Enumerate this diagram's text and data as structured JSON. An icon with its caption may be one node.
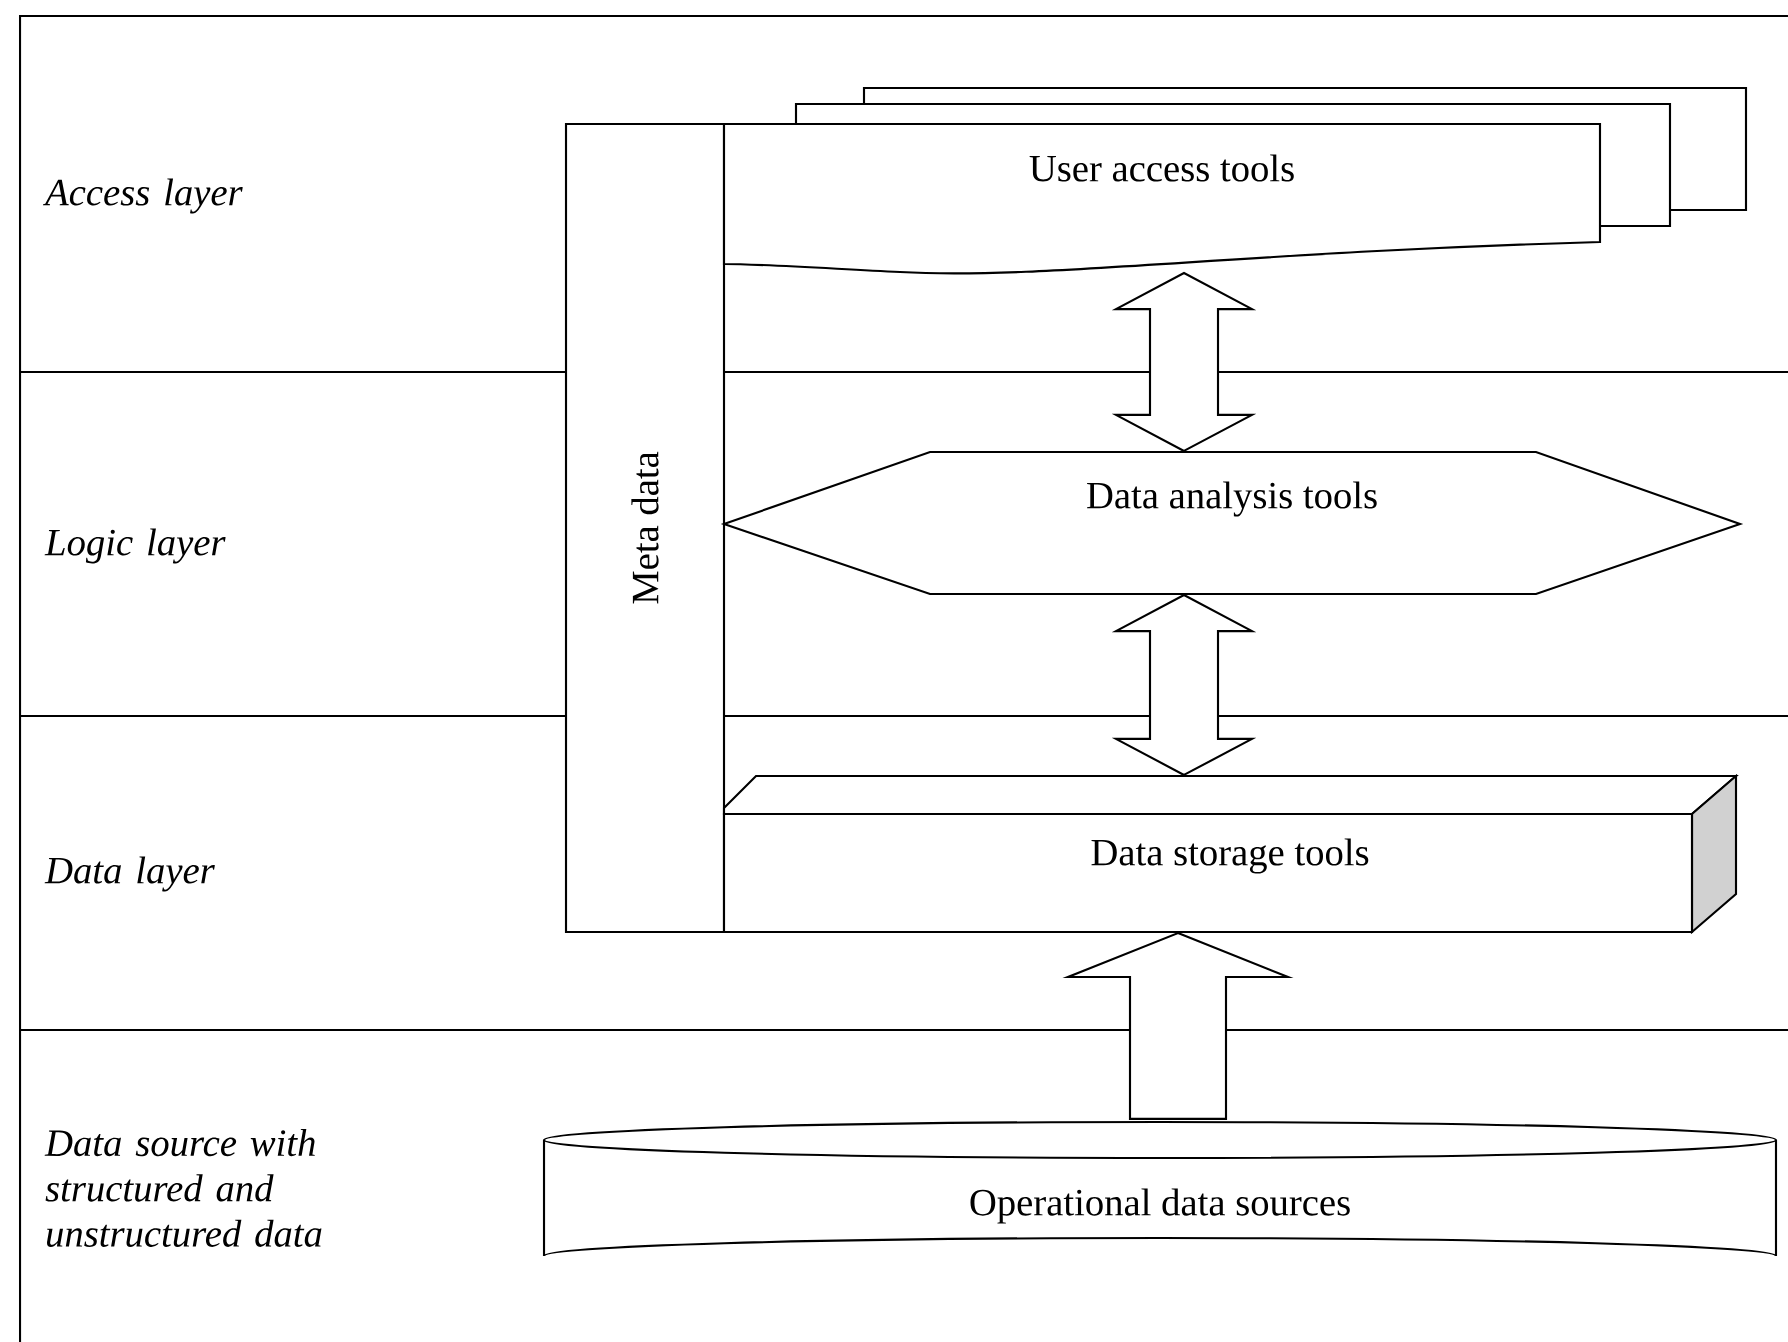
{
  "diagram": {
    "nodes": [
      {
        "text": [
          "Meta data"
        ]
      },
      {
        "text": [
          "User access tools"
        ]
      },
      {
        "text": [
          "Data analysis tools"
        ]
      },
      {
        "text": [
          "Data storage tools"
        ]
      },
      {
        "text": [
          "Operational data sources"
        ]
      }
    ],
    "edges": [
      {
        "from": 1,
        "to": 2,
        "arrow": "both"
      },
      {
        "from": 2,
        "to": 3,
        "arrow": "both"
      },
      {
        "from": 4,
        "to": 3,
        "arrow": "to"
      }
    ],
    "labels": [
      "Access layer",
      "Logic layer",
      "Data layer",
      "Data source with structured and unstructured data"
    ]
  }
}
